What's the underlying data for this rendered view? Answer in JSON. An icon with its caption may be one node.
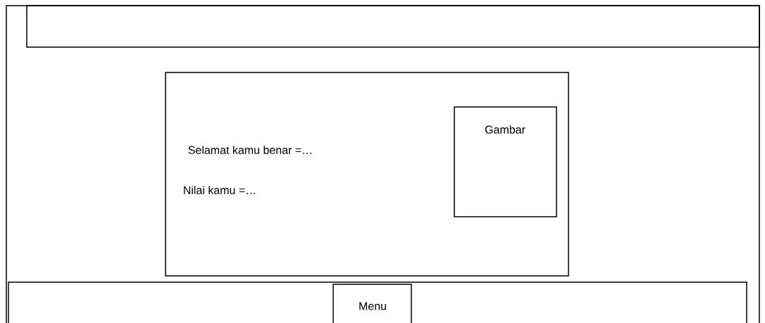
{
  "diagram": {
    "nodes": [
      {
        "text": [],
        "shape": "box"
      },
      {
        "text": [
          "Selamat kamu benar =…",
          "Nilai kamu =…"
        ]
      },
      {
        "text": [
          "Gambar"
        ],
        "in": 1
      },
      {
        "text": [],
        "shape": "box"
      },
      {
        "text": [
          "Menu"
        ],
        "in": 3
      }
    ]
  }
}
